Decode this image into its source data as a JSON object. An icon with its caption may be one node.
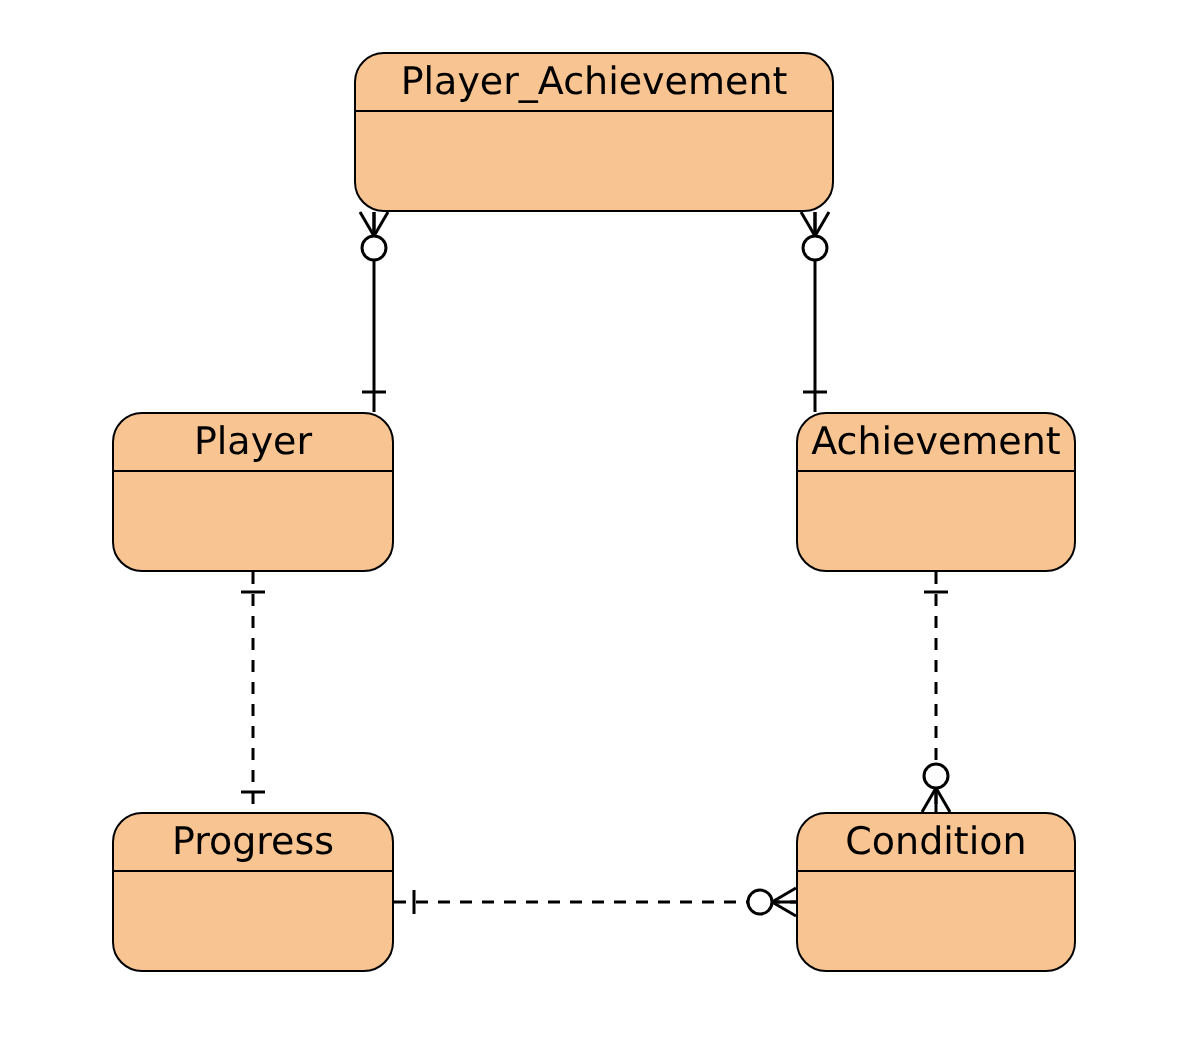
{
  "diagram": {
    "nodes": [
      {
        "text": [
          "Player_Achievement"
        ]
      },
      {
        "text": [
          "Player"
        ]
      },
      {
        "text": [
          "Achievement"
        ]
      },
      {
        "text": [
          "Progress"
        ]
      },
      {
        "text": [
          "Condition"
        ]
      }
    ],
    "edges": [
      {
        "from": 1,
        "to": 0,
        "arrow": "other"
      },
      {
        "from": 2,
        "to": 0,
        "arrow": "other"
      },
      {
        "from": 1,
        "to": 3,
        "arrow": "other",
        "style": "dashed"
      },
      {
        "from": 2,
        "to": 4,
        "arrow": "other",
        "style": "dashed"
      },
      {
        "from": 3,
        "to": 4,
        "arrow": "other",
        "style": "dashed"
      }
    ]
  }
}
